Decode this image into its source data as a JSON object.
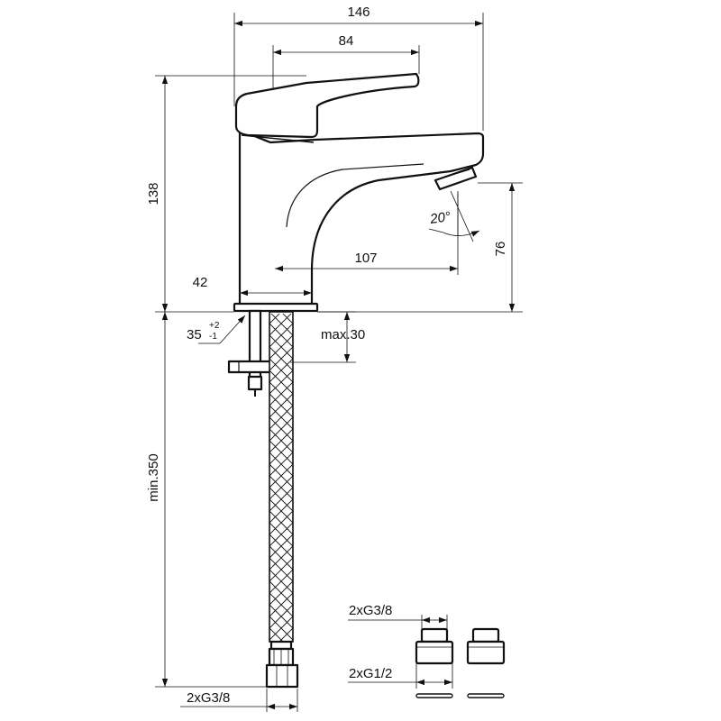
{
  "dimensions": {
    "total_length": "146",
    "lever_length": "84",
    "total_height": "138",
    "spout_height": "76",
    "spout_reach": "107",
    "base_diameter": "42",
    "hole_diameter": "35",
    "hole_tol_plus": "+2",
    "hole_tol_minus": "-1",
    "max_thickness": "max.30",
    "min_hose_length": "min.350",
    "spout_angle": "20°",
    "hose_connection": "2xG3/8",
    "adapter_top": "2xG3/8",
    "adapter_bottom": "2xG1/2"
  }
}
